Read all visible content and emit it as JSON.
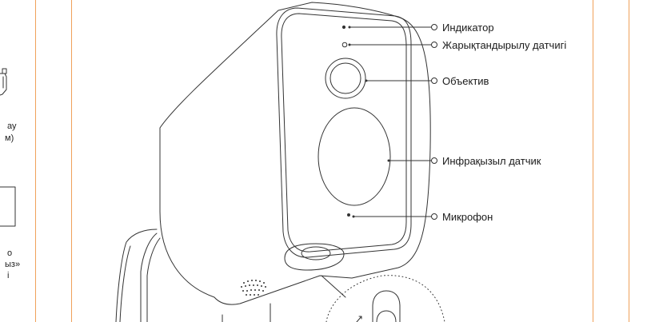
{
  "labels": {
    "indicator": "Индикатор",
    "light_sensor": "Жарықтандырылу датчигі",
    "lens": "Объектив",
    "infrared_sensor": "Инфрақызыл датчик",
    "microphone": "Микрофон"
  },
  "left_column": {
    "frag1_line1": "ау",
    "frag1_line2": "м)",
    "frag2_line1": "о",
    "frag2_line2": "ыз»",
    "frag2_line3": "і"
  },
  "colors": {
    "guide_line": "#f0a15a",
    "stroke": "#333333"
  }
}
